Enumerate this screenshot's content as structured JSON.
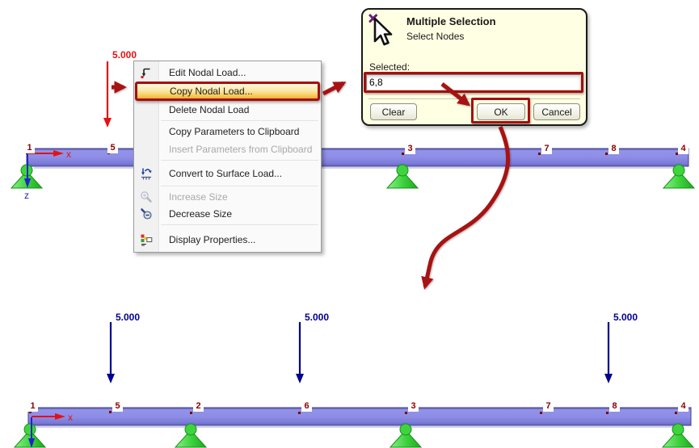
{
  "scene": {
    "axes": {
      "x_label": "x",
      "z_label": "z"
    },
    "top_view": {
      "node_labels": [
        "1",
        "5",
        "3",
        "7",
        "8",
        "4"
      ],
      "selected_load_value": "5.000"
    },
    "bottom_view": {
      "node_labels": [
        "1",
        "5",
        "2",
        "6",
        "3",
        "7",
        "8",
        "4"
      ],
      "load_values": [
        "5.000",
        "5.000",
        "5.000"
      ]
    }
  },
  "context_menu": {
    "items": [
      {
        "label": "Edit Nodal Load...",
        "icon": "nodal-load-icon",
        "state": "normal"
      },
      {
        "label": "Copy Nodal Load...",
        "icon": "none",
        "state": "highlighted"
      },
      {
        "label": "Delete Nodal Load",
        "icon": "none",
        "state": "normal"
      },
      {
        "label": "Copy Parameters to Clipboard",
        "icon": "none",
        "state": "normal"
      },
      {
        "label": "Insert Parameters from Clipboard",
        "icon": "none",
        "state": "disabled"
      },
      {
        "label": "Convert to Surface Load...",
        "icon": "convert-to-surface-load-icon",
        "state": "normal"
      },
      {
        "label": "Increase Size",
        "icon": "zoom-in-icon",
        "state": "disabled"
      },
      {
        "label": "Decrease Size",
        "icon": "zoom-out-icon",
        "state": "normal"
      },
      {
        "label": "Display Properties...",
        "icon": "display-properties-icon",
        "state": "normal"
      }
    ]
  },
  "dialog": {
    "title": "Multiple Selection",
    "subtitle": "Select Nodes",
    "icon": "multiple-selection-cursor-icon",
    "selected_label": "Selected:",
    "selected_value": "6,8",
    "clear_button": "Clear",
    "ok_button": "OK",
    "cancel_button": "Cancel"
  },
  "colors": {
    "annotation_red": "#A81212",
    "selected_load_red": "#E31212",
    "load_navy": "#000090",
    "node_dark_red": "#8B0000",
    "beam_fill": "#8B8BE6",
    "support_green": "#3FD43F",
    "menu_highlight_border": "#A50E0E",
    "dialog_background": "#FFFFE3"
  }
}
